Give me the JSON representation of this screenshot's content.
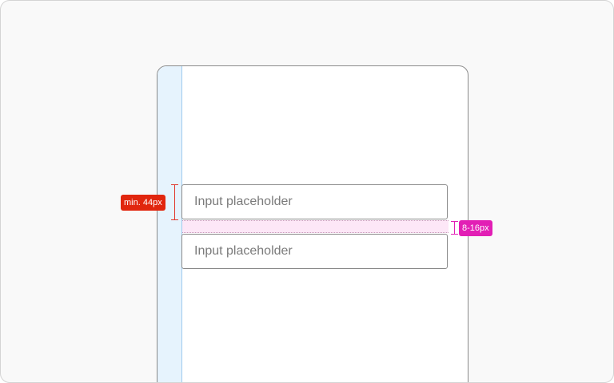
{
  "inputs": [
    {
      "placeholder": "Input placeholder"
    },
    {
      "placeholder": "Input placeholder"
    }
  ],
  "annotations": {
    "min_height_label": "min. 44px",
    "spacing_label": "8-16px"
  },
  "colors": {
    "canvas_bg": "#f9f9f9",
    "margin_strip": "#e6f3fd",
    "spacing_zone": "#fde7f7",
    "min_height_marker": "#e1260e",
    "spacing_marker": "#e21fb5"
  }
}
